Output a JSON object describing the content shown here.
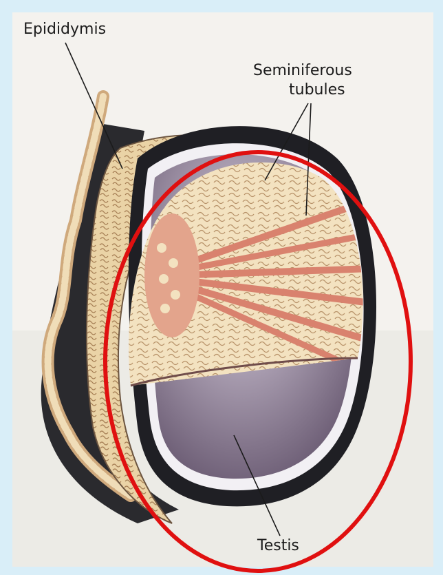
{
  "labels": {
    "epididymis": "Epididymis",
    "seminiferous_line1": "Seminiferous",
    "seminiferous_line2": "tubules",
    "testis": "Testis"
  },
  "colors": {
    "background": "#d9eef8",
    "paper": "#f4f2ee",
    "highlight_ellipse": "#e01010",
    "testis_body": "#8e8096",
    "tubule_tissue": "#f0ddb8",
    "septa": "#d9826e",
    "epididymis": "#e2c89a"
  }
}
